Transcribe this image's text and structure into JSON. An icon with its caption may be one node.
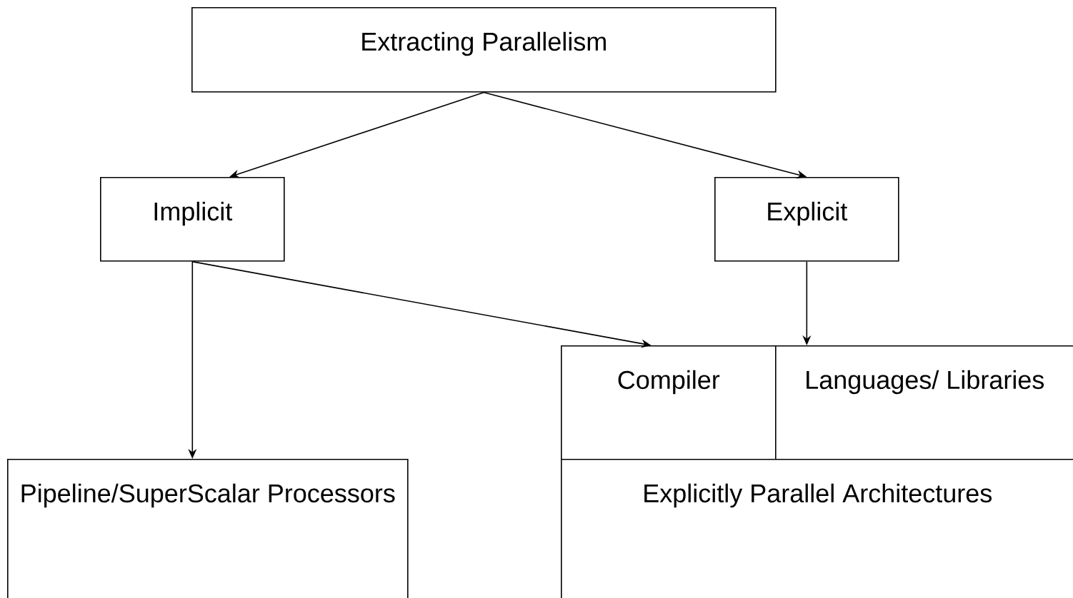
{
  "diagram": {
    "nodes": [
      {
        "text": [
          "Extracting Parallelism"
        ]
      },
      {
        "text": [
          "Implicit"
        ]
      },
      {
        "text": [
          "Explicit"
        ]
      },
      {
        "text": [
          "Compiler"
        ]
      },
      {
        "text": [
          "Languages/ Libraries"
        ]
      },
      {
        "text": [
          "Explicitly Parallel Architectures"
        ]
      },
      {
        "text": [
          "Pipeline/SuperScalar Processors"
        ]
      }
    ],
    "edges": [
      {
        "from": 0,
        "to": 1,
        "arrow": "to"
      },
      {
        "from": 0,
        "to": 2,
        "arrow": "to"
      },
      {
        "from": 1,
        "to": 6,
        "arrow": "to"
      },
      {
        "from": 1,
        "to": 3,
        "arrow": "to"
      },
      {
        "from": 2,
        "to": 4,
        "arrow": "to"
      }
    ]
  }
}
